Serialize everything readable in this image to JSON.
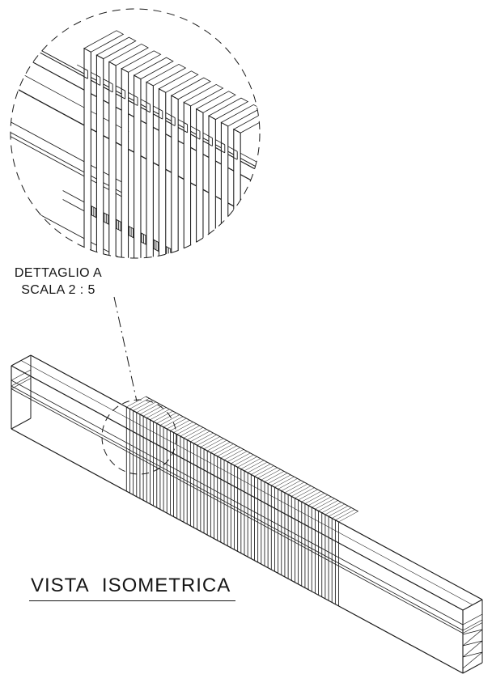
{
  "colors": {
    "background": "#ffffff",
    "line": "#1a1a1a"
  },
  "detail_callout": {
    "title": "DETTAGLIO A",
    "scale": "SCALA 2 : 5"
  },
  "view_label": {
    "title": "VISTA ISOMETRICA"
  },
  "drawing": {
    "detail_fin_count": 13,
    "main_fin_count": 64
  }
}
